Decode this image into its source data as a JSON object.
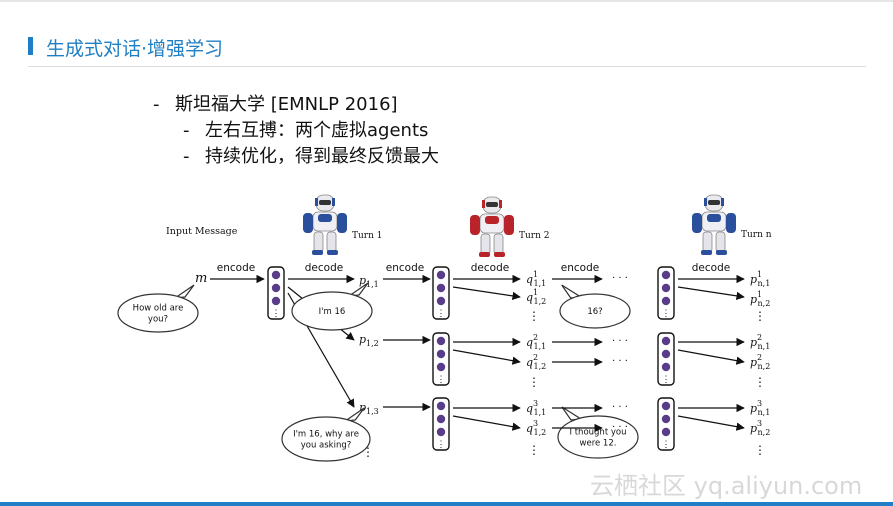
{
  "slide": {
    "title": "生成式对话·增强学习",
    "bullets": [
      {
        "level": 1,
        "text": "斯坦福大学 [EMNLP 2016]"
      },
      {
        "level": 2,
        "text": "左右互搏：两个虚拟agents"
      },
      {
        "level": 2,
        "text": "持续优化，得到最终反馈最大"
      }
    ],
    "bullet_marker": "-",
    "watermark": "云栖社区 yq.aliyun.com",
    "accent_color": "#1f7fc4"
  },
  "diagram": {
    "input_label": "Input Message",
    "m_label": "m",
    "turn_labels": [
      "Turn 1",
      "Turn 2",
      "Turn n"
    ],
    "encode_label": "encode",
    "decode_label": "decode",
    "ellipsis_h": "· · ·",
    "ellipsis_v": "⋮",
    "bubbles": [
      "How old are you?",
      "I'm 16",
      "16?",
      "I'm 16, why are you asking?",
      "I thought you were 12."
    ],
    "p_nodes": [
      "p1,1",
      "p1,2",
      "p1,3"
    ],
    "q_nodes": [
      "q11,1",
      "q11,2",
      "q21,1",
      "q21,2",
      "q31,1",
      "q31,2"
    ],
    "pn_nodes": [
      "p1n,1",
      "p1n,2",
      "p2n,1",
      "p2n,2",
      "p3n,1",
      "p3n,2"
    ],
    "node_color": "#5a3d8a",
    "robot_colors": [
      "#2a4f9c",
      "#b8242a",
      "#2a4f9c"
    ]
  }
}
